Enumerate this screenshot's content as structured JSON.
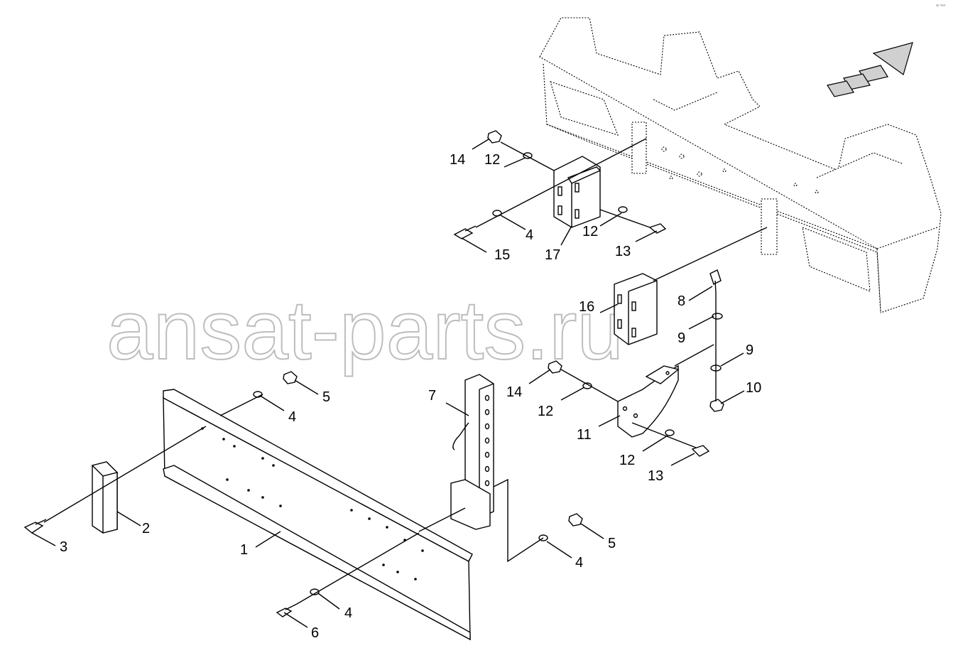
{
  "watermark": "ansat-parts.ru",
  "corner_mark": "ᵃᵖ ᵃᵃᵃ",
  "direction_arrow": {
    "icon": "forward-direction-arrow-icon",
    "fill": "dotted-gray"
  },
  "callouts": {
    "c1": "1",
    "c2": "2",
    "c3": "3",
    "c4a": "4",
    "c4b": "4",
    "c4c": "4",
    "c4d": "4",
    "c5a": "5",
    "c5b": "5",
    "c6": "6",
    "c7": "7",
    "c8": "8",
    "c9a": "9",
    "c9b": "9",
    "c10": "10",
    "c11": "11",
    "c12a": "12",
    "c12b": "12",
    "c12c": "12",
    "c12d": "12",
    "c13a": "13",
    "c13b": "13",
    "c14a": "14",
    "c14b": "14",
    "c15": "15",
    "c16": "16",
    "c17": "17"
  }
}
